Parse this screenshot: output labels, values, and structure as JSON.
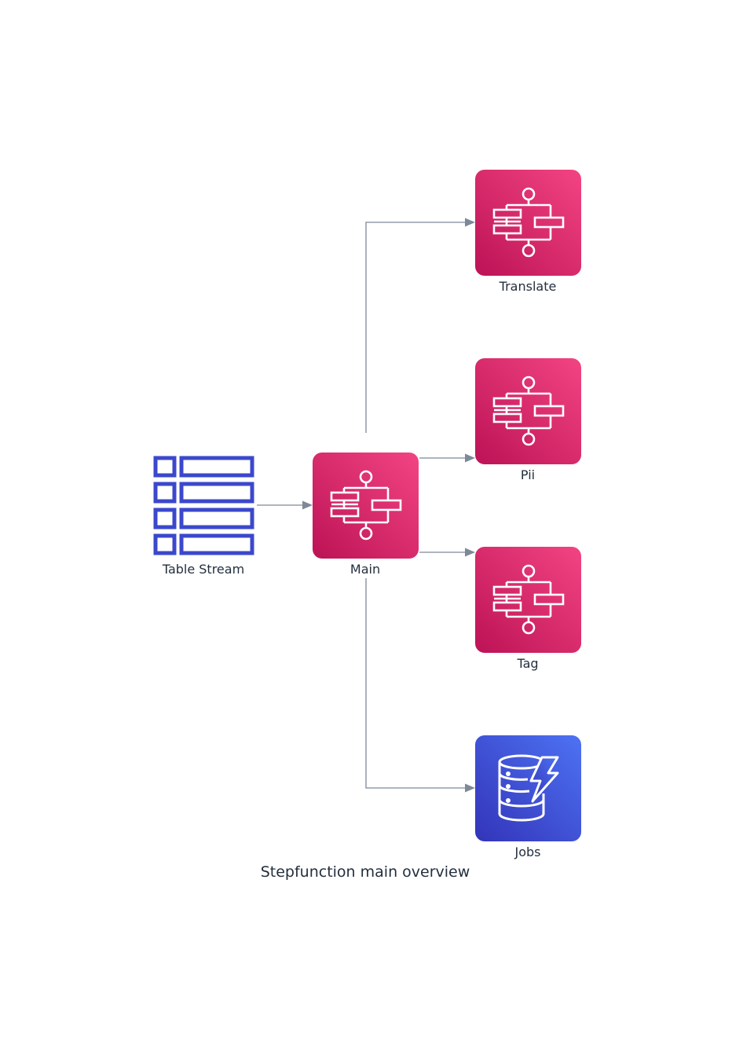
{
  "caption": "Stepfunction main overview",
  "nodes": {
    "table_stream": {
      "label": "Table Stream",
      "icon": "table-icon"
    },
    "main": {
      "label": "Main",
      "icon": "step-functions-icon"
    },
    "translate": {
      "label": "Translate",
      "icon": "step-functions-icon"
    },
    "pii": {
      "label": "Pii",
      "icon": "step-functions-icon"
    },
    "tag": {
      "label": "Tag",
      "icon": "step-functions-icon"
    },
    "jobs": {
      "label": "Jobs",
      "icon": "dynamodb-icon"
    }
  },
  "edges": [
    {
      "from": "Table Stream",
      "to": "Main"
    },
    {
      "from": "Main",
      "to": "Translate"
    },
    {
      "from": "Main",
      "to": "Pii"
    },
    {
      "from": "Main",
      "to": "Tag"
    },
    {
      "from": "Main",
      "to": "Jobs"
    }
  ],
  "colors": {
    "stepfunctions_top": "#f34482",
    "stepfunctions_bottom": "#bc1356",
    "dynamodb_top": "#4d72f3",
    "dynamodb_bottom": "#3334b9",
    "table_icon": "#3b48cc",
    "edge": "#7d8998",
    "text": "#232f3e"
  }
}
